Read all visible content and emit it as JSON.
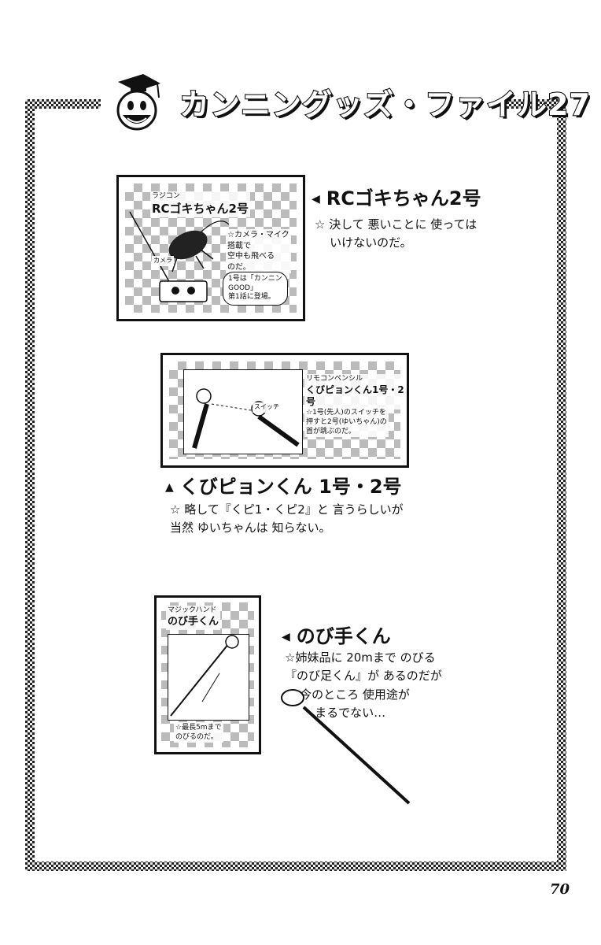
{
  "header": {
    "title": "カンニングッズ・ファイル27"
  },
  "items": [
    {
      "panel_ruby": "ラジコン",
      "panel_name": "RCゴキちゃん2号",
      "panel_caption": "☆カメラ・マイク\n搭載で\n空中も飛べる\nのだ。",
      "panel_label_camera": "カメラ",
      "panel_bubble": "1号は「カンニン\nGOOD」\n第1話に登場。",
      "note_title": "RCゴキちゃん2号",
      "note_text": "☆ 決して 悪いことに 使っては\n    いけないのだ。"
    },
    {
      "panel_sub": "リモコンペンシル",
      "panel_name": "くびピョンくん1号・2号",
      "panel_caption": "☆1号(先人)のスイッチを\n押すと2号(ゆいちゃん)の\n首が跳ぶのだ。",
      "panel_label_switch": "スイッチ",
      "note_title": "くびピョンくん 1号・2号",
      "note_text": "☆ 略して『くピ1・くピ2』と 言うらしいが\n当然 ゆいちゃんは 知らない。"
    },
    {
      "panel_sub": "マジックハンド",
      "panel_name": "のび手くん",
      "panel_caption": "☆最長5mまで\nのびるのだ。",
      "note_title": "のび手くん",
      "note_text": "☆姉妹品に 20mまで のびる\n『のび足くん』が あるのだが\n    今のところ 使用途が\n        まるでない…"
    }
  ],
  "page_number": "70"
}
